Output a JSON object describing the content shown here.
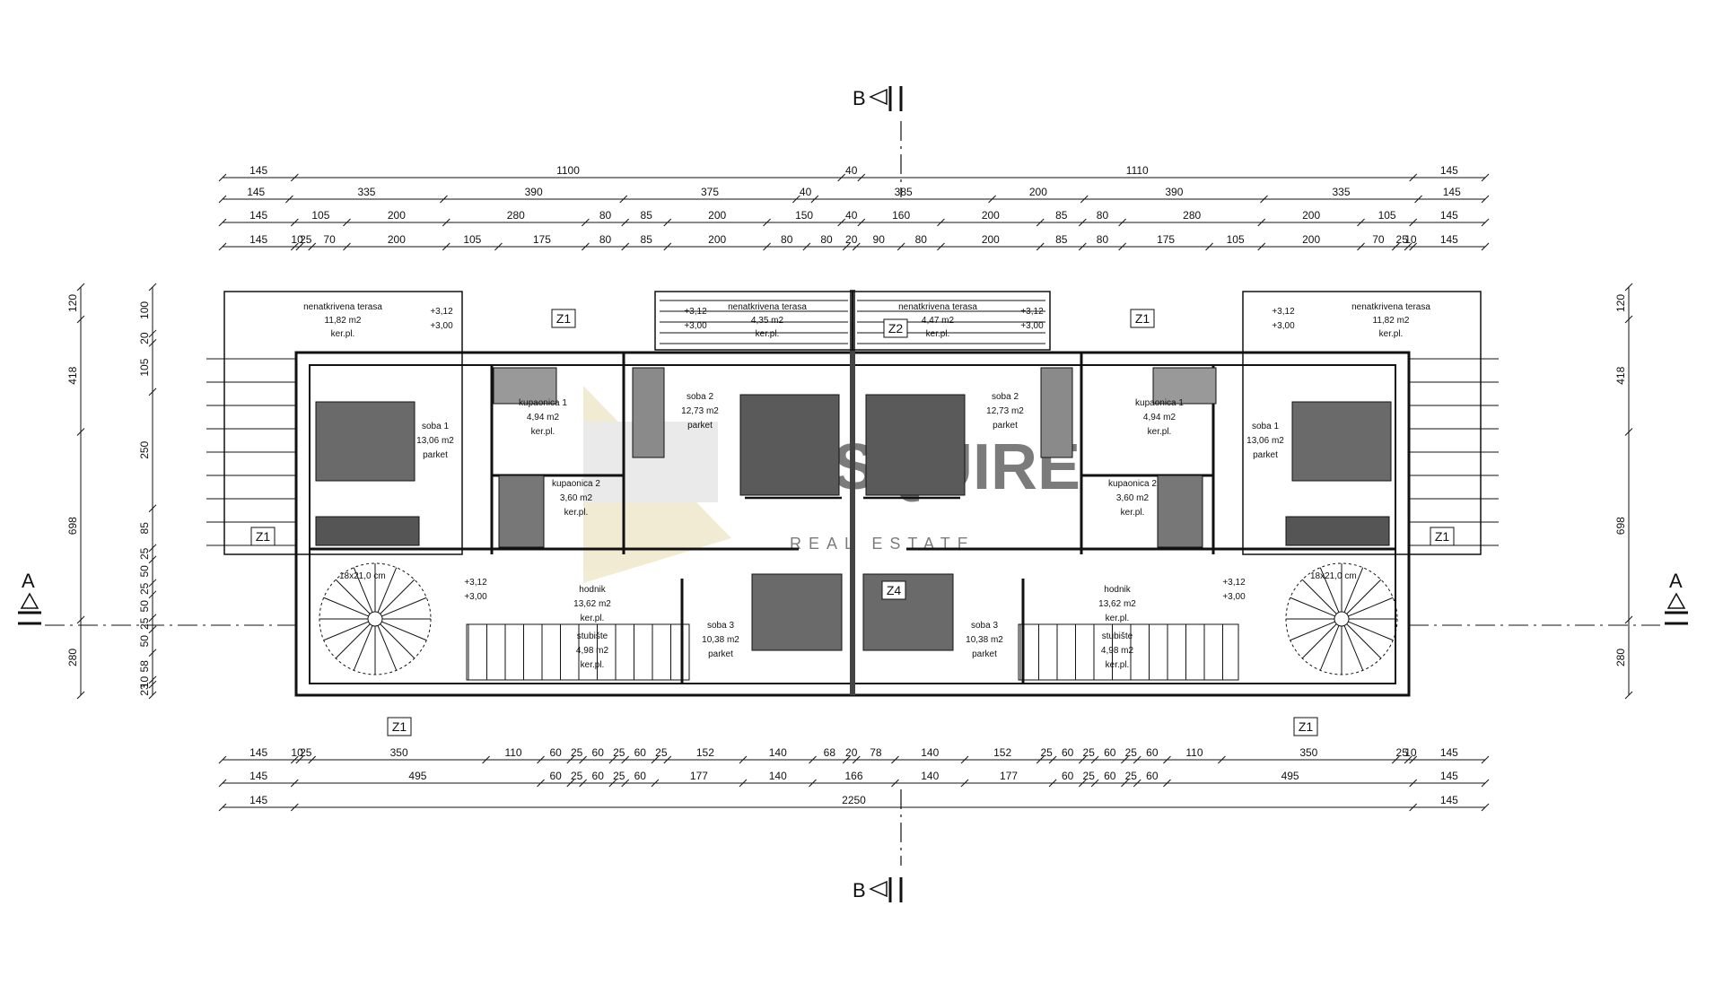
{
  "section_markers": {
    "top_b": "B",
    "bottom_b": "B",
    "left_a": "A",
    "right_a": "A"
  },
  "dimensions": {
    "top_row1": [
      "145",
      "1100",
      "40",
      "1110",
      "145"
    ],
    "top_row2": [
      "145",
      "335",
      "390",
      "375",
      "40",
      "385",
      "200",
      "390",
      "335",
      "145"
    ],
    "top_row3": [
      "145",
      "105",
      "200",
      "280",
      "80",
      "85",
      "200",
      "150",
      "40",
      "160",
      "200",
      "85",
      "80",
      "280",
      "200",
      "105",
      "145"
    ],
    "top_row4": [
      "145",
      "10",
      "25",
      "70",
      "200",
      "105",
      "175",
      "80",
      "85",
      "200",
      "80",
      "80",
      "20",
      "90",
      "80",
      "200",
      "85",
      "80",
      "175",
      "105",
      "200",
      "70",
      "25",
      "10",
      "145"
    ],
    "bottom_row1": [
      "145",
      "10",
      "25",
      "350",
      "110",
      "60",
      "25",
      "60",
      "25",
      "60",
      "25",
      "152",
      "140",
      "68",
      "20",
      "78",
      "140",
      "152",
      "25",
      "60",
      "25",
      "60",
      "25",
      "60",
      "110",
      "350",
      "25",
      "10",
      "145"
    ],
    "bottom_row2": [
      "145",
      "495",
      "60",
      "25",
      "60",
      "25",
      "60",
      "177",
      "140",
      "166",
      "140",
      "177",
      "60",
      "25",
      "60",
      "25",
      "60",
      "495",
      "145"
    ],
    "bottom_row3": [
      "145",
      "2250",
      "145"
    ],
    "left_outer": [
      "120",
      "418",
      "698",
      "280"
    ],
    "left_inner": [
      "100",
      "20",
      "105",
      "250",
      "85",
      "25",
      "50",
      "25",
      "50",
      "25",
      "50",
      "58",
      "10",
      "23"
    ],
    "right_outer": [
      "120",
      "418",
      "698",
      "280"
    ]
  },
  "rooms": {
    "terrace_left": {
      "name": "nenatkrivena terasa",
      "area": "11,82 m2",
      "floor": "ker.pl.",
      "level_a": "+3,12",
      "level_b": "+3,00"
    },
    "terrace_center_left": {
      "name": "nenatkrivena terasa",
      "area": "4,35 m2",
      "floor": "ker.pl.",
      "level_a": "+3,12",
      "level_b": "+3,00"
    },
    "terrace_center_right": {
      "name": "nenatkrivena terasa",
      "area": "4,47 m2",
      "floor": "ker.pl.",
      "level_a": "+3,12",
      "level_b": "+3,00"
    },
    "terrace_right": {
      "name": "nenatkrivena terasa",
      "area": "11,82 m2",
      "floor": "ker.pl.",
      "level_a": "+3,12",
      "level_b": "+3,00"
    },
    "soba1_left": {
      "name": "soba 1",
      "area": "13,06 m2",
      "floor": "parket"
    },
    "soba1_right": {
      "name": "soba 1",
      "area": "13,06 m2",
      "floor": "parket"
    },
    "soba2_left": {
      "name": "soba 2",
      "area": "12,73 m2",
      "floor": "parket"
    },
    "soba2_right": {
      "name": "soba 2",
      "area": "12,73 m2",
      "floor": "parket"
    },
    "soba3_left": {
      "name": "soba 3",
      "area": "10,38 m2",
      "floor": "parket"
    },
    "soba3_right": {
      "name": "soba 3",
      "area": "10,38 m2",
      "floor": "parket"
    },
    "kup1_left": {
      "name": "kupaonica 1",
      "area": "4,94 m2",
      "floor": "ker.pl."
    },
    "kup1_right": {
      "name": "kupaonica 1",
      "area": "4,94 m2",
      "floor": "ker.pl."
    },
    "kup2_left": {
      "name": "kupaonica 2",
      "area": "3,60 m2",
      "floor": "ker.pl."
    },
    "kup2_right": {
      "name": "kupaonica 2",
      "area": "3,60 m2",
      "floor": "ker.pl."
    },
    "hodnik_left": {
      "name": "hodnik",
      "area": "13,62 m2",
      "floor": "ker.pl.",
      "level_a": "+3,12",
      "level_b": "+3,00"
    },
    "hodnik_right": {
      "name": "hodnik",
      "area": "13,62 m2",
      "floor": "ker.pl.",
      "level_a": "+3,12",
      "level_b": "+3,00"
    },
    "stubiste_left": {
      "name": "stubište",
      "area": "4,98 m2",
      "floor": "ker.pl."
    },
    "stubiste_right": {
      "name": "stubište",
      "area": "4,98 m2",
      "floor": "ker.pl."
    }
  },
  "window_tags": {
    "z1": "Z1",
    "z2": "Z2",
    "z4": "Z4"
  },
  "stair_note": "18x21,0 cm",
  "watermark": {
    "text": "ESQUIRE",
    "sub": "REAL ESTATE"
  },
  "colors": {
    "line": "#111111",
    "hatch": "#555555",
    "watermark": "#e8dcb0"
  }
}
